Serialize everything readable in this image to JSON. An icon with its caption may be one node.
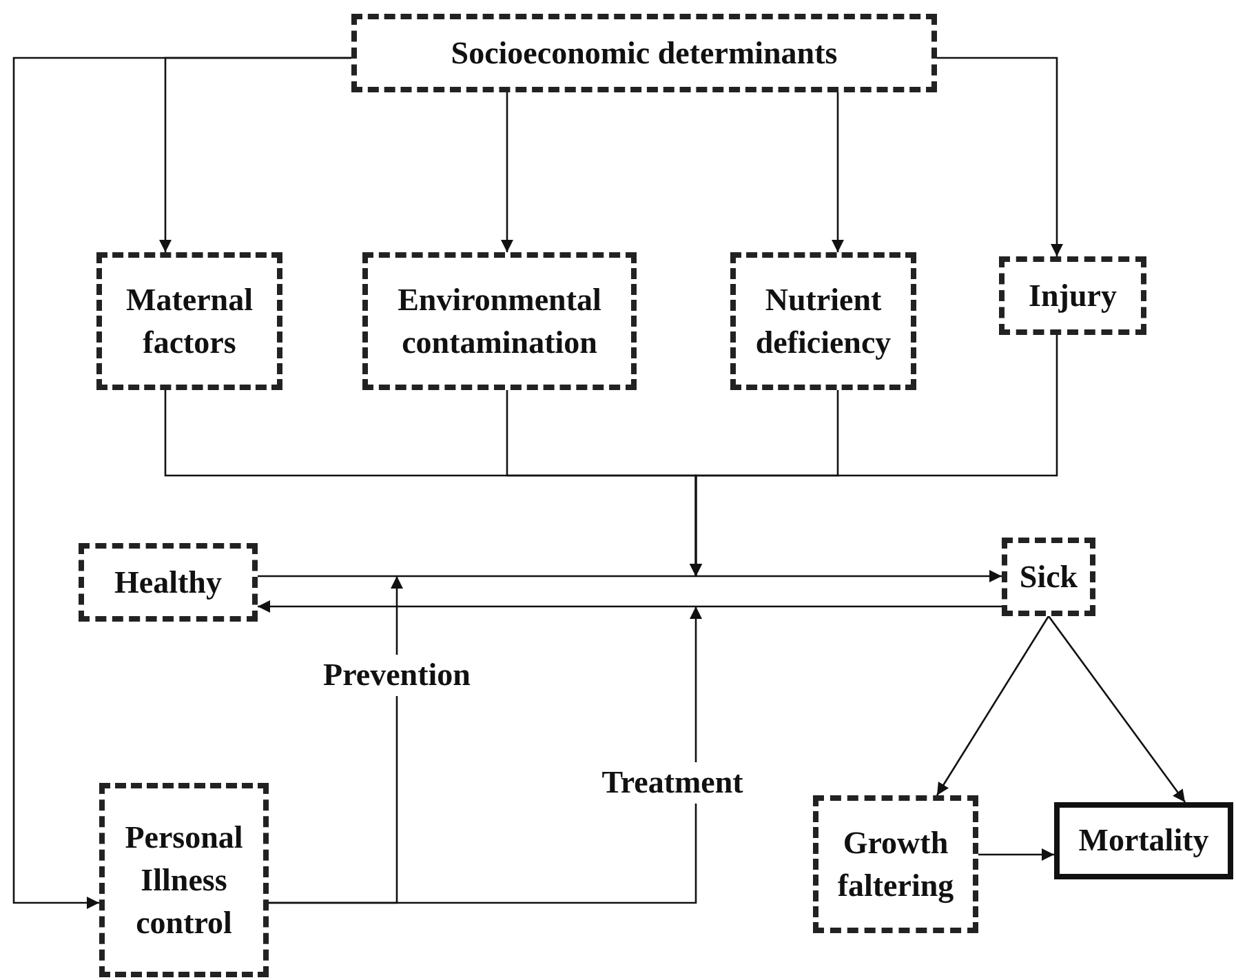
{
  "diagram": {
    "nodes": [
      {
        "text": [
          "Socioeconomic determinants"
        ]
      },
      {
        "text": [
          "Maternal factors"
        ]
      },
      {
        "text": [
          "Environmental contamination"
        ]
      },
      {
        "text": [
          "Nutrient deficiency"
        ]
      },
      {
        "text": [
          "Injury"
        ]
      },
      {
        "text": [
          "Healthy"
        ]
      },
      {
        "text": [
          "Sick"
        ]
      },
      {
        "text": [
          "Personal Illness control"
        ]
      },
      {
        "text": [
          "Growth faltering"
        ]
      },
      {
        "text": [
          "Mortality"
        ]
      }
    ],
    "edges": [
      {
        "from": 0,
        "to": 1,
        "arrow": "to"
      },
      {
        "from": 0,
        "to": 2,
        "arrow": "to"
      },
      {
        "from": 0,
        "to": 3,
        "arrow": "to"
      },
      {
        "from": 0,
        "to": 4,
        "arrow": "to"
      },
      {
        "from": 0,
        "to": 7,
        "arrow": "to"
      },
      {
        "from": 1,
        "to": null,
        "arrow": "to"
      },
      {
        "from": 2,
        "to": null,
        "arrow": "to"
      },
      {
        "from": 3,
        "to": null,
        "arrow": "to"
      },
      {
        "from": 4,
        "to": null,
        "arrow": "to"
      },
      {
        "from": 5,
        "to": 6,
        "arrow": "to"
      },
      {
        "from": 6,
        "to": 5,
        "arrow": "to"
      },
      {
        "from": 7,
        "to": null,
        "arrow": "to",
        "label": "Prevention"
      },
      {
        "from": 7,
        "to": null,
        "arrow": "to",
        "label": "Treatment"
      },
      {
        "from": 6,
        "to": 8,
        "arrow": "to"
      },
      {
        "from": 6,
        "to": 9,
        "arrow": "to"
      },
      {
        "from": 8,
        "to": 9,
        "arrow": "to"
      }
    ]
  }
}
